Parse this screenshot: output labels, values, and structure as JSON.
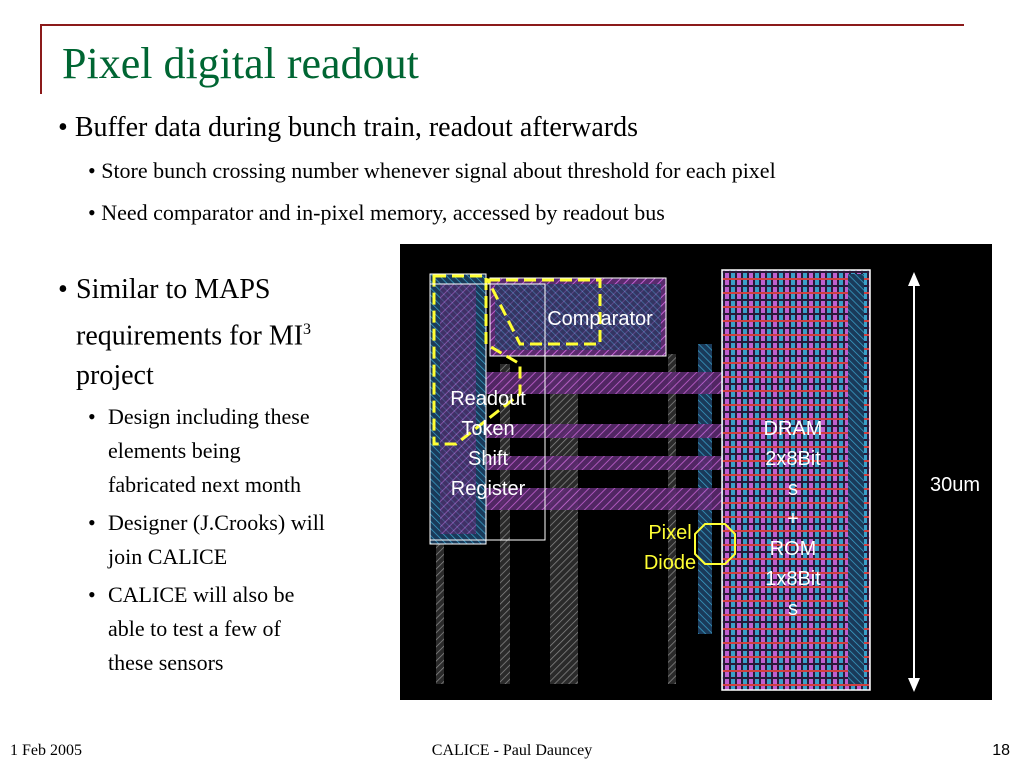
{
  "slide": {
    "title": "Pixel digital readout",
    "top_bullets": [
      {
        "text": "Buffer data during bunch train, readout afterwards",
        "level": 1
      },
      {
        "text": "Store bunch crossing number whenever signal about threshold for each pixel",
        "level": 2
      },
      {
        "text": "Need comparator and in-pixel memory, accessed by readout bus",
        "level": 2
      }
    ],
    "side": {
      "main_line1": "Similar to MAPS",
      "main_line2_prefix": "requirements for MI",
      "main_line2_sup": "3",
      "main_line3": "project",
      "subs": [
        [
          "Design including these",
          "elements being",
          "fabricated next month"
        ],
        [
          "Designer (J.Crooks) will",
          "join CALICE"
        ],
        [
          "CALICE will also be",
          "able to test a few of",
          "these sensors"
        ]
      ]
    },
    "chip_labels": {
      "comparator": "Comparator",
      "readout": [
        "Readout",
        "Token",
        "Shift",
        "Register"
      ],
      "dram": [
        "DRAM",
        "2x8Bit",
        "s",
        "+",
        "ROM",
        "1x8Bit",
        "s"
      ],
      "pixel_diode": [
        "Pixel",
        "Diode"
      ],
      "scale": "30um"
    },
    "footer": {
      "date": "1 Feb 2005",
      "center": "CALICE - Paul Dauncey",
      "page": "18"
    },
    "colors": {
      "title": "#006633",
      "rule": "#8b1a1a",
      "label_white": "#ffffff",
      "label_yellow": "#ffff33",
      "chip_bg": "#000000"
    }
  }
}
